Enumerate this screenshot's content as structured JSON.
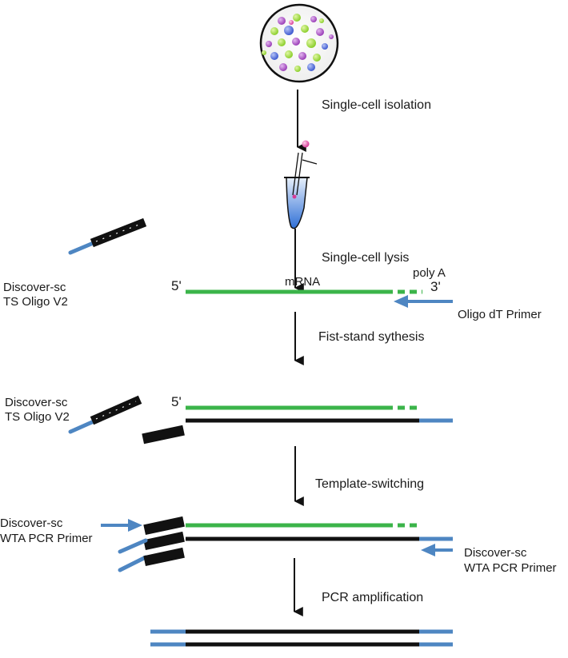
{
  "steps": {
    "isolation": "Single-cell isolation",
    "lysis": "Single-cell lysis",
    "first_strand": "Fist-stand sythesis",
    "template_switching": "Template-switching",
    "pcr": "PCR amplification"
  },
  "labels": {
    "ts_oligo_1_line1": "Discover-sc",
    "ts_oligo_1_line2": "TS Oligo V2",
    "ts_oligo_2_line1": "Discover-sc",
    "ts_oligo_2_line2": "TS Oligo V2",
    "mrna": "mRNA",
    "poly_a": "poly A",
    "five_prime_1": "5'",
    "three_prime": "3'",
    "five_prime_2": "5'",
    "oligo_dt": "Oligo dT Primer",
    "wta_left_line1": "Discover-sc",
    "wta_left_line2": "WTA  PCR Primer",
    "wta_right_line1": "Discover-sc",
    "wta_right_line2": "WTA PCR Primer"
  },
  "colors": {
    "green": "#3bb44a",
    "blue": "#4e86c2",
    "black": "#111111"
  }
}
